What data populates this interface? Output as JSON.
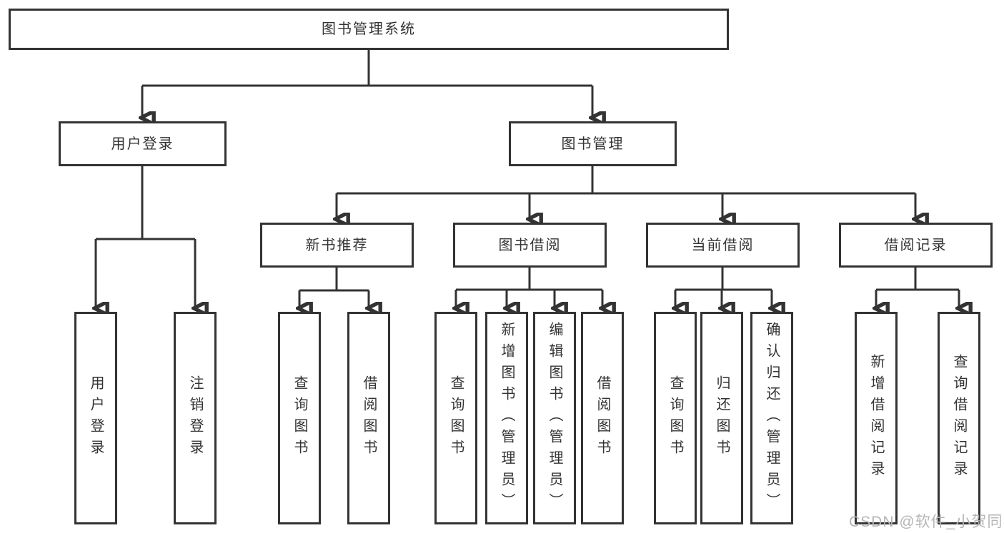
{
  "diagram": {
    "watermark": "CSDN @软件_小贺同学",
    "colors": {
      "line": "#333333",
      "box_border": "#333333",
      "box_fill": "#ffffff",
      "text": "#333333",
      "watermark_text": "#b5b5b5"
    },
    "nodes": {
      "root": {
        "label": "图书管理系统"
      },
      "login": {
        "label": "用户登录"
      },
      "mgmt": {
        "label": "图书管理"
      },
      "login_user": {
        "label": "用户登录"
      },
      "login_logout": {
        "label": "注销登录"
      },
      "newbook": {
        "label": "新书推荐"
      },
      "borrow": {
        "label": "图书借阅"
      },
      "current": {
        "label": "当前借阅"
      },
      "records": {
        "label": "借阅记录"
      },
      "newbook_query": {
        "label": "查询图书"
      },
      "newbook_borrow": {
        "label": "借阅图书"
      },
      "borrow_query": {
        "label": "查询图书"
      },
      "borrow_add": {
        "label": "新增图书（管理员）"
      },
      "borrow_edit": {
        "label": "编辑图书（管理员）"
      },
      "borrow_borrow": {
        "label": "借阅图书"
      },
      "current_query": {
        "label": "查询图书"
      },
      "current_return": {
        "label": "归还图书"
      },
      "current_confirm": {
        "label": "确认归还（管理员）"
      },
      "records_add": {
        "label": "新增借阅记录"
      },
      "records_query": {
        "label": "查询借阅记录"
      }
    }
  }
}
